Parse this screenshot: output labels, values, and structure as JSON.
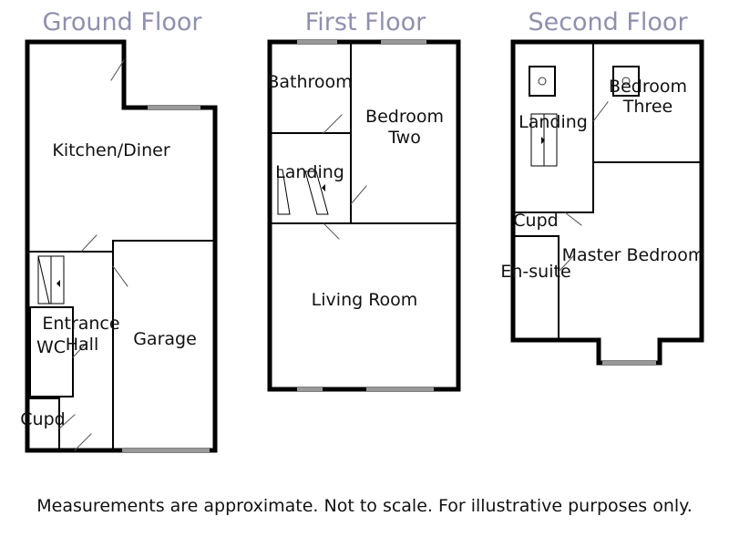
{
  "floors": [
    {
      "title": "Ground Floor",
      "rooms": [
        "Kitchen/Diner",
        "Entrance",
        "Hall",
        "WC",
        "Garage",
        "Cupd"
      ]
    },
    {
      "title": "First Floor",
      "rooms": [
        "Bathroom",
        "Bedroom",
        "Two",
        "Landing",
        "Living Room"
      ]
    },
    {
      "title": "Second Floor",
      "rooms": [
        "Bedroom",
        "Three",
        "Landing",
        "Cupd",
        "Master Bedroom",
        "En-suite"
      ]
    }
  ],
  "footer": {
    "disclaimer": "Measurements are approximate. Not to scale. For illustrative purposes only."
  },
  "colors": {
    "wall": "#000000",
    "title": "#8f8fb3",
    "window": "#999999"
  }
}
